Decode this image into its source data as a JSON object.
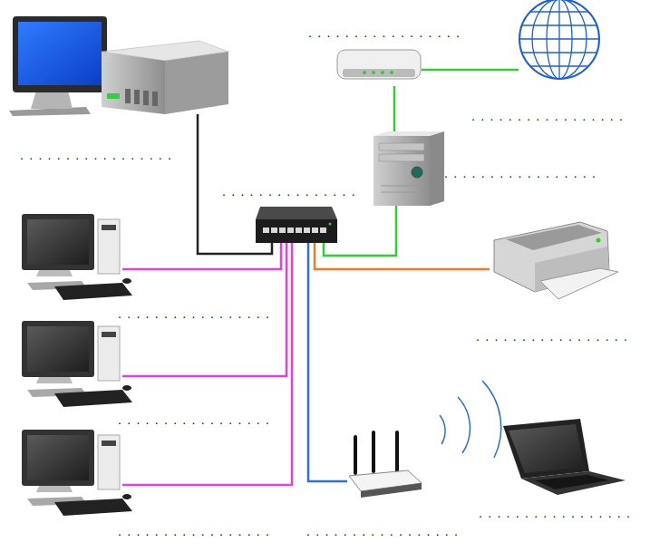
{
  "diagram": {
    "nodes": [
      {
        "text": [
          "................."
        ]
      },
      {
        "text": [
          "................."
        ]
      },
      {
        "text": [
          "................."
        ]
      },
      {
        "text": [
          "................."
        ]
      },
      {
        "text": [
          "..............."
        ]
      },
      {
        "text": [
          "................."
        ]
      },
      {
        "text": [
          "................."
        ]
      },
      {
        "text": [
          "................."
        ]
      },
      {
        "text": [
          "................."
        ]
      },
      {
        "text": [
          "................."
        ]
      },
      {
        "text": [
          "................."
        ]
      }
    ],
    "edges": [
      {
        "from": 0,
        "to": 4,
        "arrow": "none"
      },
      {
        "from": 1,
        "to": 2,
        "arrow": "none"
      },
      {
        "from": 1,
        "to": 3,
        "arrow": "none"
      },
      {
        "from": 3,
        "to": 4,
        "arrow": "none"
      },
      {
        "from": 4,
        "to": 5,
        "arrow": "none"
      },
      {
        "from": 4,
        "to": 6,
        "arrow": "none"
      },
      {
        "from": 4,
        "to": 7,
        "arrow": "none"
      },
      {
        "from": 4,
        "to": 8,
        "arrow": "none"
      },
      {
        "from": 4,
        "to": 9,
        "arrow": "none"
      }
    ]
  }
}
